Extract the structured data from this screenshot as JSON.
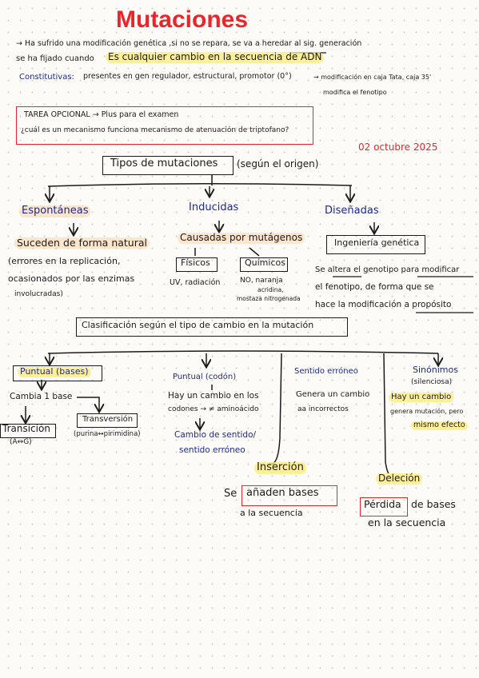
{
  "title": "Mutaciones",
  "intro": {
    "line1": "→ Ha sufrido una modificación genética ,si no se repara, se va a heredar al sig. generación",
    "line2_a": "se ha fijado cuando",
    "line2_b": "Es cualquier cambio en la secuencia de ADN",
    "line3_a": "Constitutivas:",
    "line3_b": "presentes en gen regulador, estructural, promotor (0°)",
    "line3_c": "→ modificación en caja Tata, caja 35'",
    "line3_d": "modifica el fenotipo"
  },
  "task": {
    "line1": "TAREA OPCIONAL → Plus para el examen",
    "line2": "¿cuál es un mecanismo funciona mecanismo de atenuación de triptofano?"
  },
  "date": "02 octubre 2025",
  "origin": {
    "header": "Tipos de mutaciones",
    "sub": "(según el origen)",
    "spontaneous": {
      "label": "Espontáneas",
      "desc1": "Suceden de forma natural",
      "desc2": "(errores en la replicación,",
      "desc3": "ocasionados por las enzimas",
      "desc4": "involucradas)"
    },
    "induced": {
      "label": "Inducidas",
      "desc": "Causadas por mutágenos",
      "physical": "Físicos",
      "physical_ex": "UV, radiación",
      "chemical": "Químicos",
      "chemical_ex1": "NO, naranja",
      "chemical_ex2": "acridina,",
      "chemical_ex3": "mostaza nitrogenada"
    },
    "designed": {
      "label": "Diseñadas",
      "box": "Ingeniería genética",
      "desc1": "Se altera el genotipo para modificar",
      "desc2": "el fenotipo, de forma que se",
      "desc3": "hace la modificación a propósito"
    }
  },
  "classification": {
    "header": "Clasificación según el tipo de cambio en la mutación",
    "punctual_bases": {
      "label": "Puntual (bases)",
      "desc": "Cambia 1 base",
      "transition": "Transición",
      "transition_ex": "(A↔G)",
      "transversion": "Transversión",
      "transversion_ex": "(purina↔pirimidina)"
    },
    "punctual_codon": {
      "label": "Puntual (codón)",
      "desc1": "Hay un cambio en los",
      "desc2": "codones → ≠ aminoácido",
      "result1": "Cambio de sentido/",
      "result2": "sentido erróneo"
    },
    "wrong_sense": {
      "label": "Sentido erróneo",
      "desc1": "Genera un cambio",
      "desc2": "aa incorrectos"
    },
    "synonymous": {
      "label": "Sinónimos",
      "sub": "(silenciosa)",
      "desc1": "Hay un cambio",
      "desc2": "genera mutación, pero",
      "desc3": "mismo efecto"
    },
    "insertion": {
      "label": "Inserción",
      "se": "Se",
      "boxed": "añaden bases",
      "desc": "a la secuencia"
    },
    "deletion": {
      "label": "Deleción",
      "boxed": "Pérdida",
      "desc1": "de bases",
      "desc2": "en la secuencia"
    }
  }
}
